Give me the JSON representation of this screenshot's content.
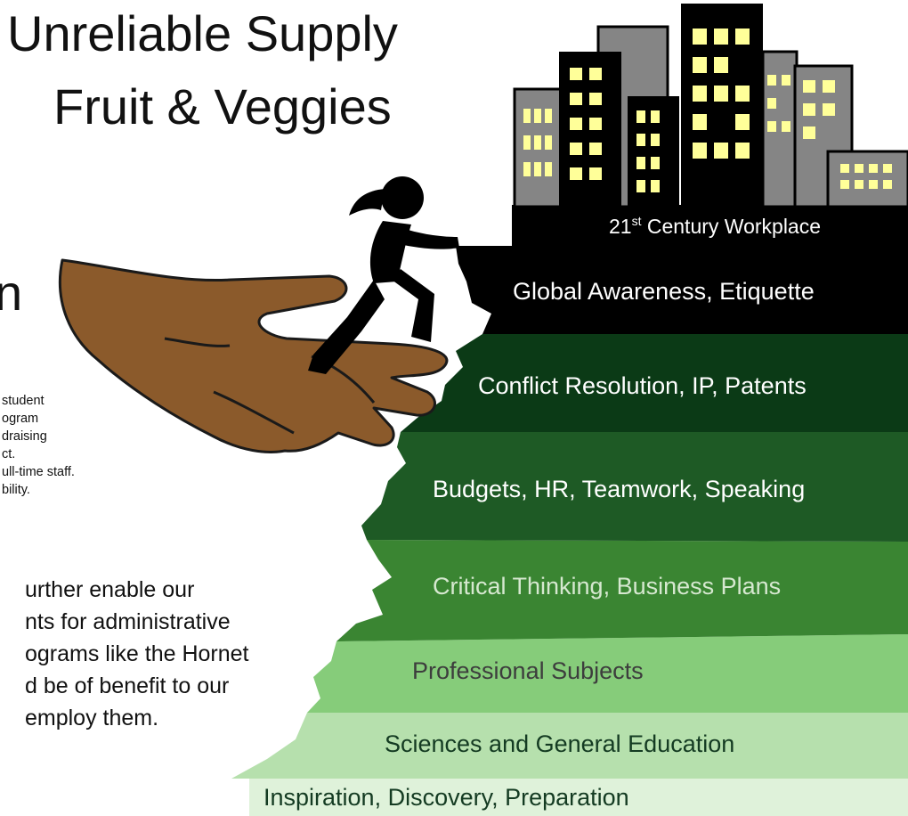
{
  "title": {
    "line1": "Unreliable Supply",
    "line2": "Fruit & Veggies"
  },
  "left_text": {
    "heading_fragment": "n",
    "fragments": [
      "student",
      "ogram",
      "draising",
      "ct.",
      "ull-time staff.",
      "bility."
    ],
    "paragraph": [
      "urther enable our",
      "nts for administrative",
      "ograms like the Hornet",
      "d be of benefit to our",
      "employ them."
    ]
  },
  "workplace": {
    "label_prefix": "21",
    "label_sup": "st",
    "label_suffix": " Century Workplace"
  },
  "tiers": [
    {
      "label": "Global Awareness, Etiquette",
      "color": "#000000",
      "text_color": "#ffffff"
    },
    {
      "label": "Conflict Resolution, IP, Patents",
      "color": "#0b3a16",
      "text_color": "#ffffff"
    },
    {
      "label": "Budgets, HR, Teamwork, Speaking",
      "color": "#1e5a25",
      "text_color": "#ffffff"
    },
    {
      "label": "Critical Thinking,  Business Plans",
      "color": "#3a8532",
      "text_color": "#d6e8d0"
    },
    {
      "label": "Professional Subjects",
      "color": "#86cc7a",
      "text_color": "#3d3d3d"
    },
    {
      "label": "Sciences and General Education",
      "color": "#b6e0ad",
      "text_color": "#143b22"
    },
    {
      "label": "Inspiration, Discovery, Preparation",
      "color": "#dff2da",
      "text_color": "#143b22"
    }
  ],
  "icons": [
    "city-skyline-icon",
    "hand-icon",
    "climbing-girl-icon"
  ]
}
